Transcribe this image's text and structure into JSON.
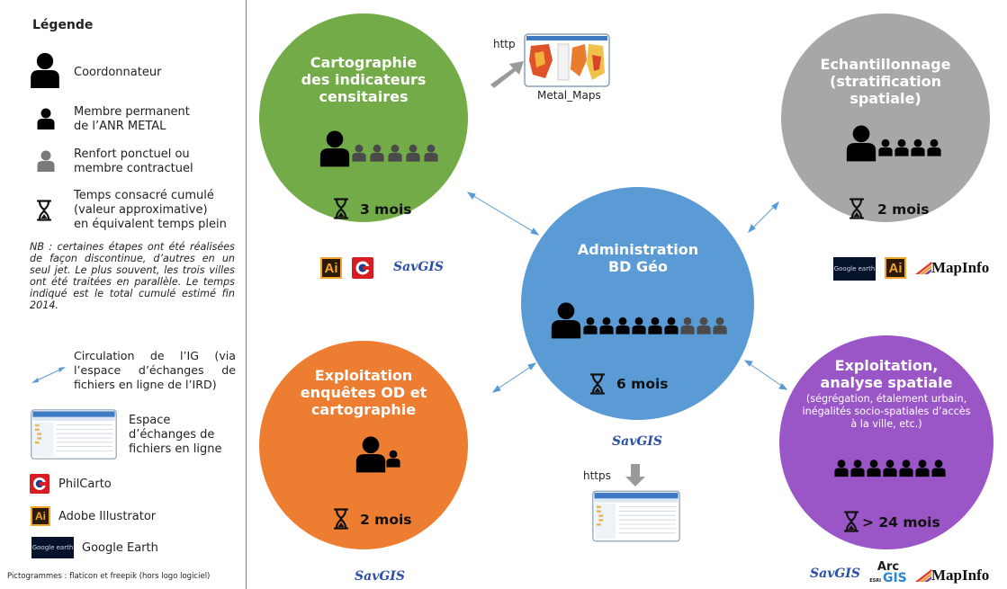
{
  "legend": {
    "title": "Légende",
    "items": [
      {
        "label_l1": "Coordonnateur"
      },
      {
        "label_l1": "Membre permanent",
        "label_l2": "de l’ANR METAL"
      },
      {
        "label_l1": "Renfort ponctuel ou",
        "label_l2": "membre contractuel"
      },
      {
        "label_l1": "Temps consacré cumulé",
        "label_l2": "(valeur approximative)",
        "label_l3": "en équivalent temps plein"
      }
    ],
    "nb": "NB : certaines étapes ont été réalisées de façon discontinue, d’autres en un seul jet. Le plus souvent, les trois villes ont été traitées en parallèle. Le temps indiqué est le total cumulé estimé fin 2014.",
    "circulation": "Circulation de l’IG (via l’espace d’échanges de fichiers en ligne de l’IRD)",
    "espace": {
      "l1": "Espace",
      "l2": "d’échanges de",
      "l3": "fichiers en ligne"
    },
    "software": {
      "philcarto": "PhilCarto",
      "illustrator": "Adobe Illustrator",
      "google_earth": "Google Earth"
    },
    "footer": "Pictogrammes : flaticon et freepik (hors logo logiciel)"
  },
  "logos": {
    "ai": "Ai",
    "savgis": "SavGIS",
    "mapinfo": "MapInfo",
    "arcgis_top": "Arc",
    "arcgis_bottom": "GIS",
    "esri": "ESRI",
    "google_earth": "Google earth"
  },
  "http": "http",
  "https": "https",
  "metal_maps": "Metal_Maps",
  "circles": {
    "carto": {
      "l1": "Cartographie",
      "l2": "des indicateurs",
      "l3": "censitaires",
      "duration": "3 mois",
      "color": "#72ab47"
    },
    "echant": {
      "l1": "Echantillonnage",
      "l2": "(stratification",
      "l3": "spatiale)",
      "duration": "2 mois",
      "color": "#a7a7a7"
    },
    "admin": {
      "l1": "Administration",
      "l2": "BD Géo",
      "duration": "6 mois",
      "color": "#5b9bd5"
    },
    "exploit_od": {
      "l1": "Exploitation",
      "l2": "enquêtes OD et",
      "l3": "cartographie",
      "duration": "2 mois",
      "color": "#ed7d31"
    },
    "exploit_sp": {
      "l1": "Exploitation,",
      "l2": "analyse spatiale",
      "s1": "(ségrégation, étalement urbain,",
      "s2": "inégalités socio-spatiales d’accès",
      "s3": "à la ville, etc.)",
      "duration": "> 24 mois",
      "color": "#9a55c7"
    }
  }
}
